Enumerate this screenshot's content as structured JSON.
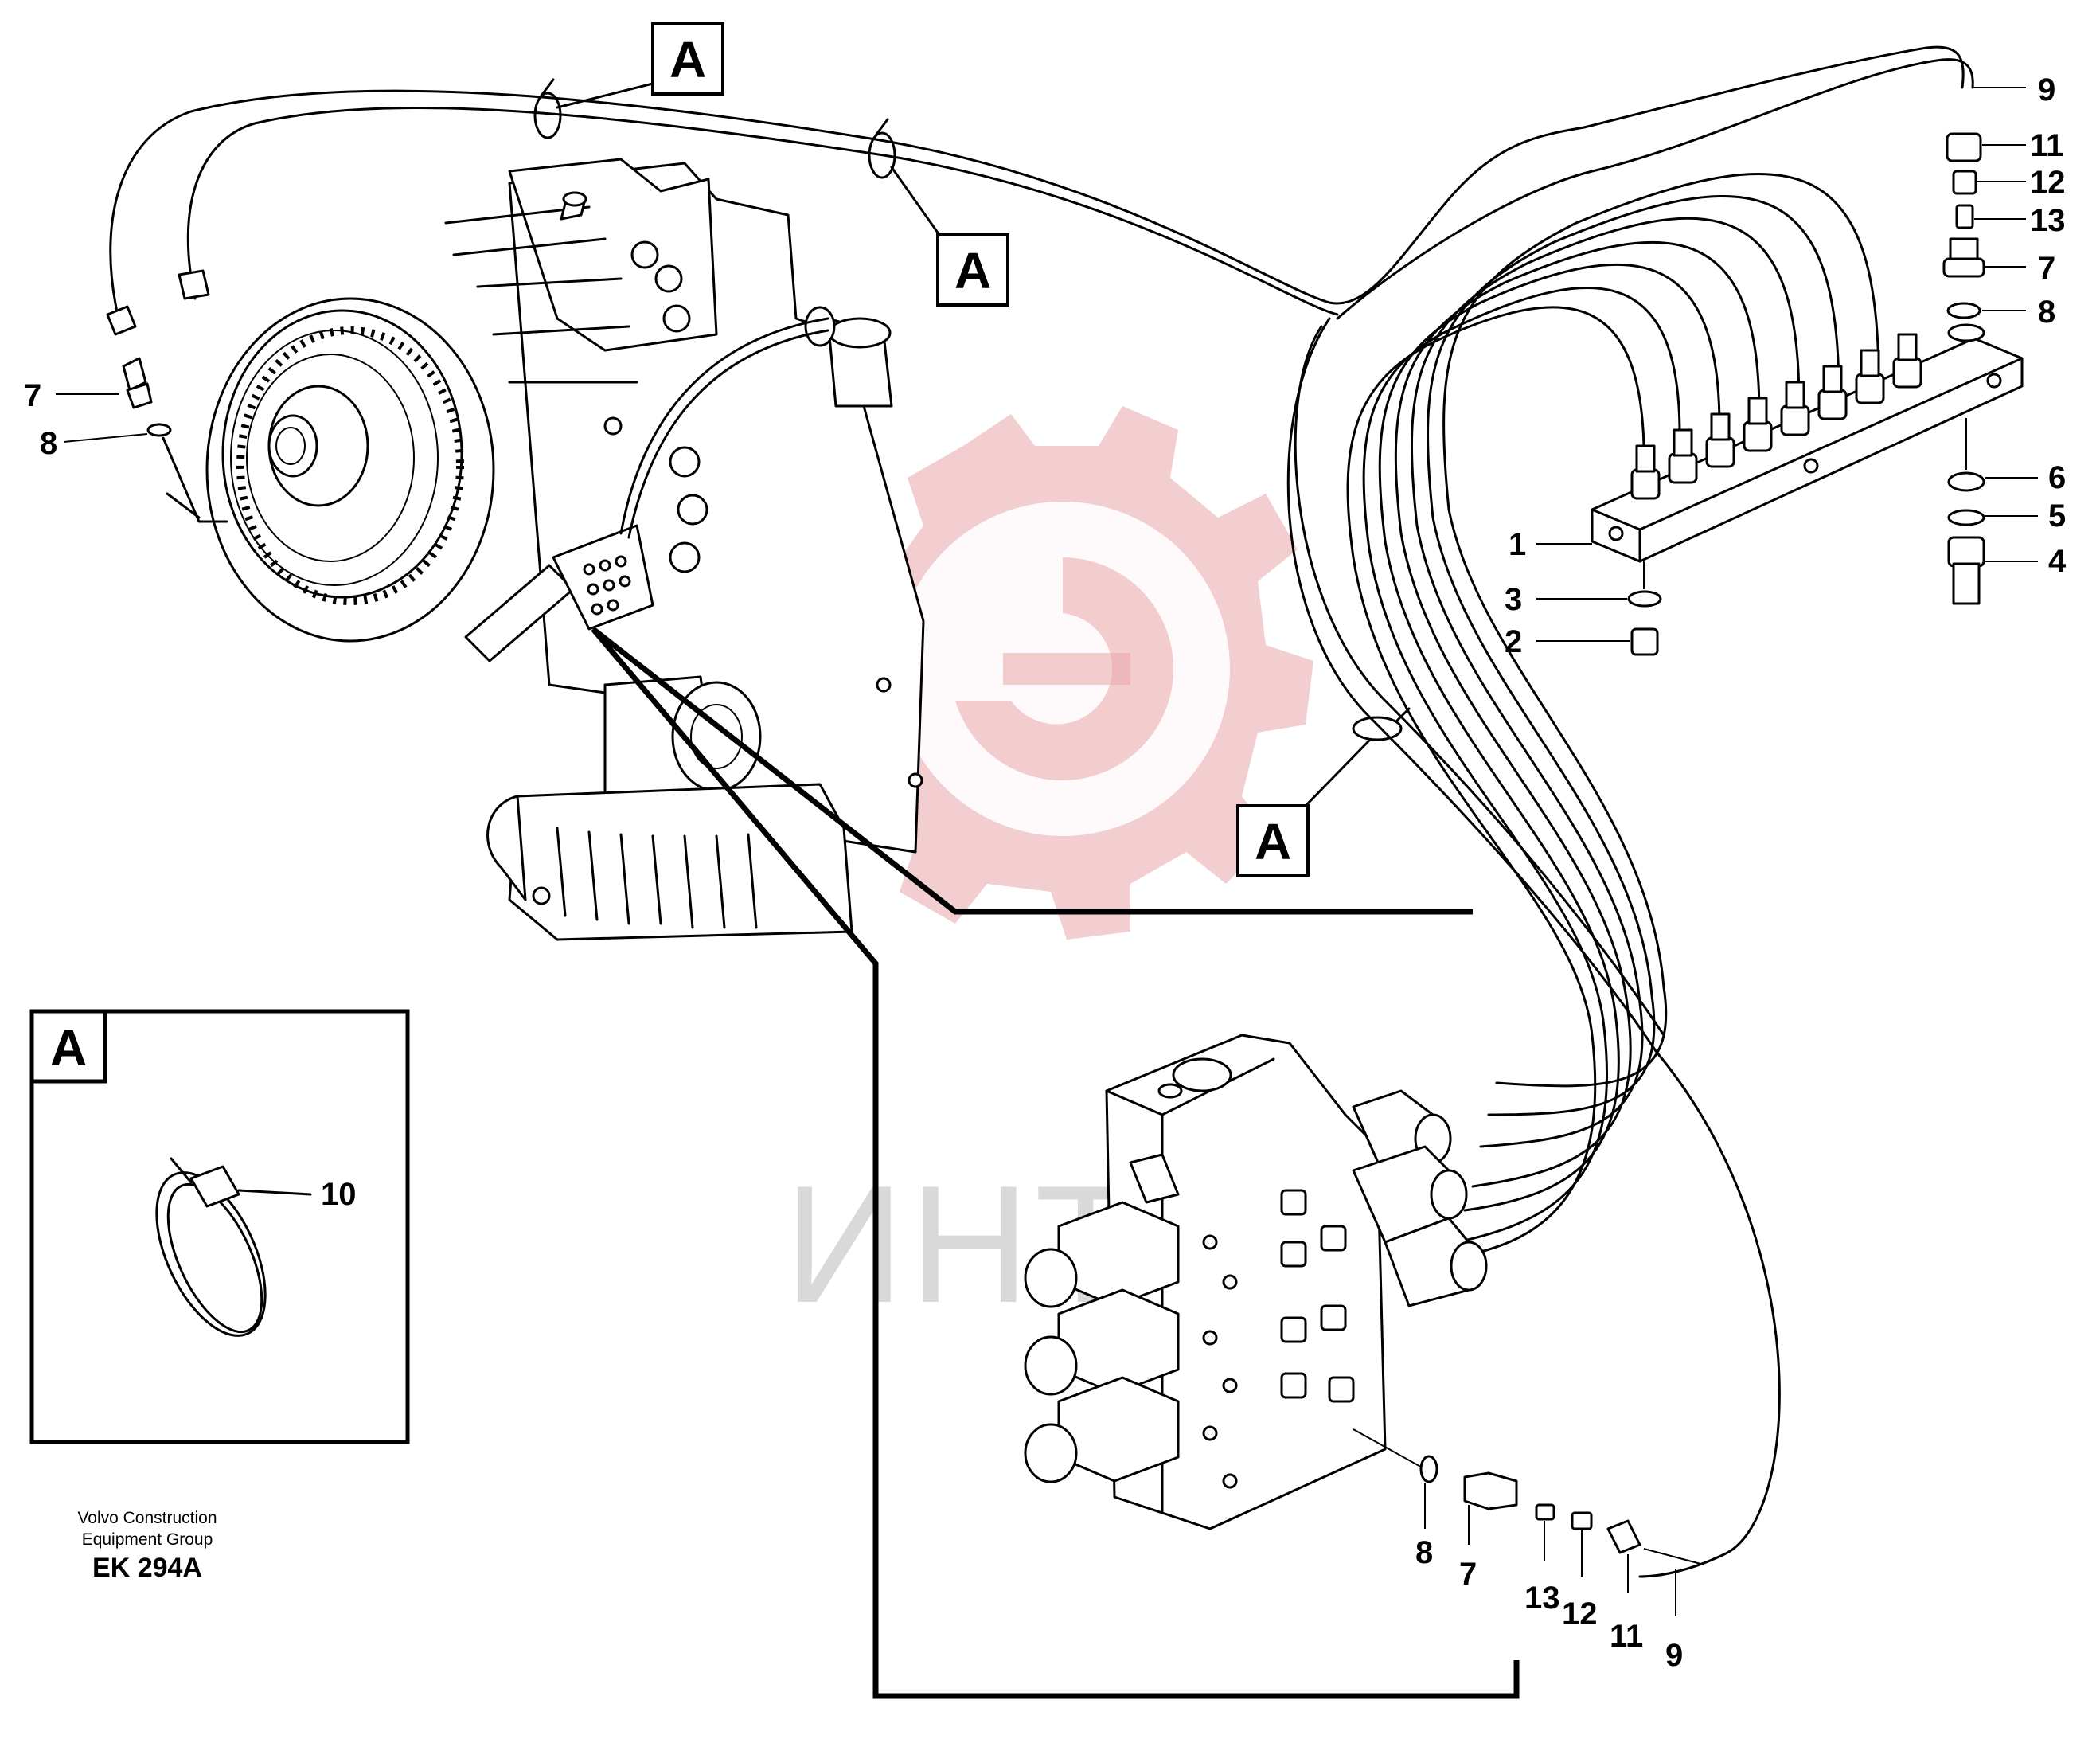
{
  "watermark": {
    "text": "ИНТЕХ"
  },
  "detail_box": {
    "label": "A",
    "part_number": "10"
  },
  "section_labels": [
    "A",
    "A",
    "A"
  ],
  "credit": {
    "company_line1": "Volvo Construction",
    "company_line2": "Equipment Group",
    "drawing_code": "EK 294A"
  },
  "callouts": {
    "left_7": "7",
    "left_8": "8",
    "top_9": "9",
    "top_11": "11",
    "top_12": "12",
    "top_13": "13",
    "top_7": "7",
    "top_8": "8",
    "right_6": "6",
    "right_5": "5",
    "right_4": "4",
    "left_1": "1",
    "left_3": "3",
    "left_2": "2",
    "bottom_8": "8",
    "bottom_7": "7",
    "bottom_13": "13",
    "bottom_12": "12",
    "bottom_11": "11",
    "bottom_9": "9"
  },
  "colors": {
    "line": "#000000",
    "watermark": "#e9a6aa",
    "watermark_text": "#d9d9d9"
  }
}
